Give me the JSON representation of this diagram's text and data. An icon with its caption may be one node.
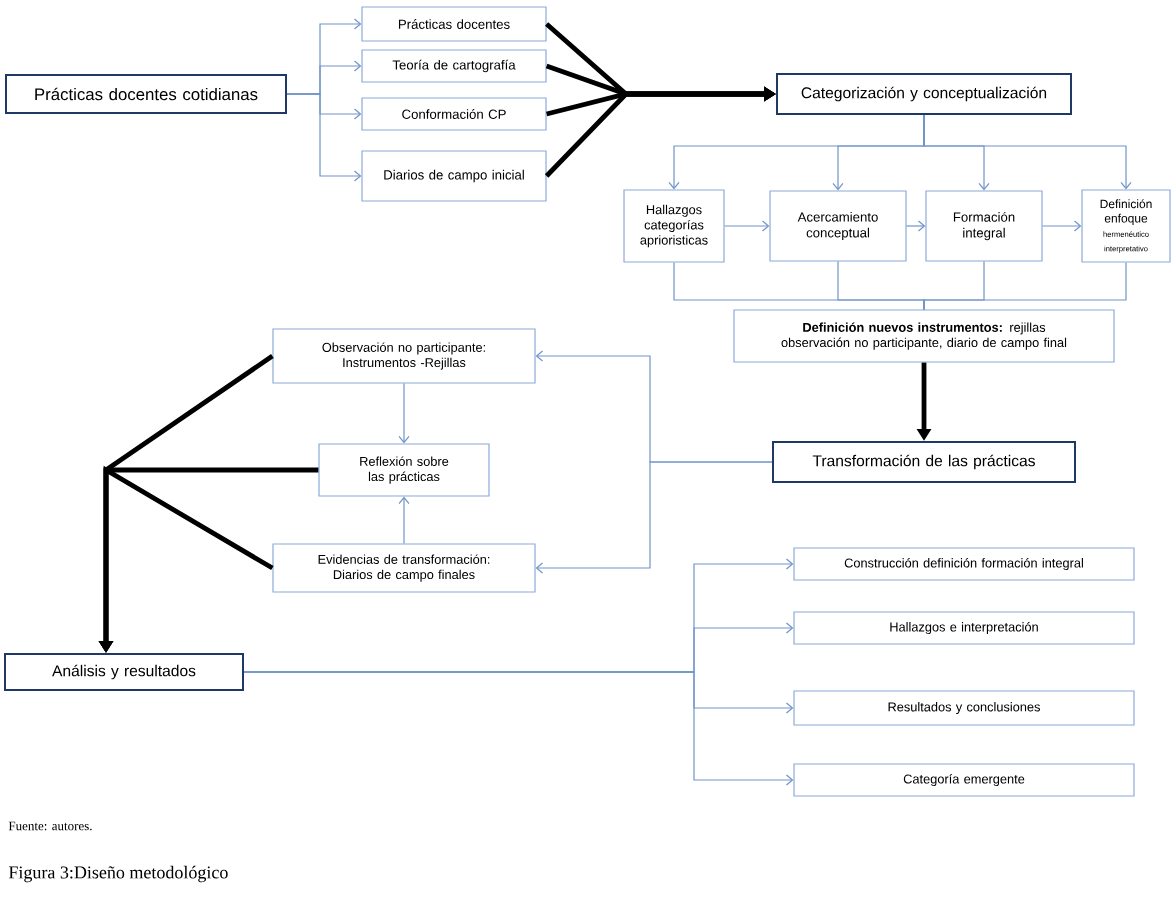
{
  "diagram": {
    "caption": "Figura 3:Diseño metodológico",
    "nodes": [
      {
        "text": [
          "Prácticas docentes cotidianas"
        ]
      },
      {
        "text": [
          "Prácticas docentes"
        ]
      },
      {
        "text": [
          "Teoría de cartografía"
        ]
      },
      {
        "text": [
          "Conformación CP"
        ]
      },
      {
        "text": [
          "Diarios de campo inicial"
        ]
      },
      {
        "text": [
          "Categorización y conceptualización"
        ]
      },
      {
        "text": [
          "Hallazgos categorías aprioristicas"
        ]
      },
      {
        "text": [
          "Acercamiento conceptual"
        ]
      },
      {
        "text": [
          "Formación integral"
        ]
      },
      {
        "text": [
          "Definición enfoque",
          "hermenéutico interpretativo"
        ]
      },
      {
        "text": [
          "**Definición nuevos instrumentos:** rejillas observación no participante, diario de campo final"
        ]
      },
      {
        "text": [
          "Transformación de las prácticas"
        ]
      },
      {
        "text": [
          "Observación no participante: Instrumentos -Rejillas"
        ]
      },
      {
        "text": [
          "Reflexión sobre las prácticas"
        ]
      },
      {
        "text": [
          "Evidencias de transformación: Diarios de campo finales"
        ]
      },
      {
        "text": [
          "Análisis y resultados"
        ]
      },
      {
        "text": [
          "Construcción definición formación integral"
        ]
      },
      {
        "text": [
          "Hallazgos e interpretación"
        ]
      },
      {
        "text": [
          "Resultados y conclusiones"
        ]
      },
      {
        "text": [
          "Categoría emergente"
        ]
      }
    ],
    "edges": [
      {
        "from": 0,
        "to": 1,
        "arrow": "to"
      },
      {
        "from": 0,
        "to": 2,
        "arrow": "to"
      },
      {
        "from": 0,
        "to": 3,
        "arrow": "to"
      },
      {
        "from": 0,
        "to": 4,
        "arrow": "to"
      },
      {
        "from": 1,
        "to": 5,
        "arrow": "to",
        "style": "thick",
        "color": "#000000"
      },
      {
        "from": 2,
        "to": 5,
        "arrow": "to",
        "style": "thick",
        "color": "#000000"
      },
      {
        "from": 3,
        "to": 5,
        "arrow": "to",
        "style": "thick",
        "color": "#000000"
      },
      {
        "from": 4,
        "to": 5,
        "arrow": "to",
        "style": "thick",
        "color": "#000000"
      },
      {
        "from": 5,
        "to": 6,
        "arrow": "to"
      },
      {
        "from": 5,
        "to": 7,
        "arrow": "to"
      },
      {
        "from": 5,
        "to": 8,
        "arrow": "to"
      },
      {
        "from": 5,
        "to": 9,
        "arrow": "to"
      },
      {
        "from": 6,
        "to": 7,
        "arrow": "to"
      },
      {
        "from": 7,
        "to": 8,
        "arrow": "to"
      },
      {
        "from": 8,
        "to": 9,
        "arrow": "to"
      },
      {
        "from": 6,
        "to": 10,
        "arrow": "none"
      },
      {
        "from": 7,
        "to": 10,
        "arrow": "none"
      },
      {
        "from": 8,
        "to": 10,
        "arrow": "none"
      },
      {
        "from": 9,
        "to": 10,
        "arrow": "none"
      },
      {
        "from": 10,
        "to": 11,
        "arrow": "to",
        "style": "thick",
        "color": "#000000"
      },
      {
        "from": 11,
        "to": 12,
        "arrow": "to"
      },
      {
        "from": 11,
        "to": 14,
        "arrow": "to"
      },
      {
        "from": 12,
        "to": 13,
        "arrow": "to"
      },
      {
        "from": 14,
        "to": 13,
        "arrow": "to"
      },
      {
        "from": 12,
        "to": 15,
        "arrow": "to",
        "style": "thick",
        "color": "#000000"
      },
      {
        "from": 13,
        "to": 15,
        "arrow": "to",
        "style": "thick",
        "color": "#000000"
      },
      {
        "from": 14,
        "to": 15,
        "arrow": "to",
        "style": "thick",
        "color": "#000000"
      },
      {
        "from": 15,
        "to": 16,
        "arrow": "to"
      },
      {
        "from": 15,
        "to": 17,
        "arrow": "to"
      },
      {
        "from": 15,
        "to": 18,
        "arrow": "to"
      },
      {
        "from": 15,
        "to": 19,
        "arrow": "to"
      }
    ],
    "labels": [
      "Fuente: autores."
    ]
  }
}
